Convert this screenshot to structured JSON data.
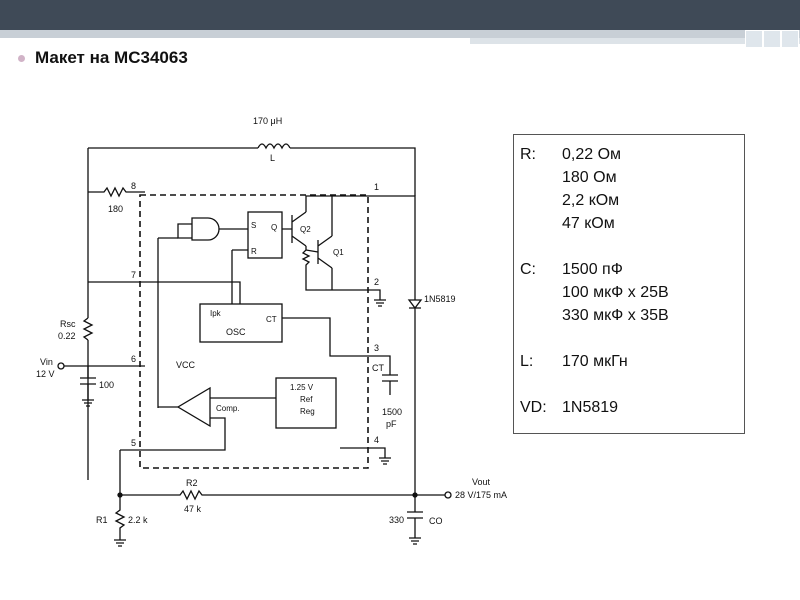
{
  "slide": {
    "title": "Макет на МС34063"
  },
  "schematic": {
    "inductor_value": "170 μH",
    "inductor_name": "L",
    "r_180": "180",
    "rsc_name": "Rsc",
    "rsc_value": "0.22",
    "vin_name": "Vin",
    "vin_value": "12 V",
    "cin_value": "100",
    "ct_name": "CT",
    "ct_value1": "1500",
    "ct_value2": "pF",
    "diode": "1N5819",
    "vout_name": "Vout",
    "vout_value": "28 V/175 mA",
    "r2_name": "R2",
    "r2_value": "47 k",
    "r1_name": "R1",
    "r1_value": "2.2 k",
    "co_value": "330",
    "co_name": "CO",
    "ipk": "Ipk",
    "osc": "OSC",
    "osc_ct": "CT",
    "vcc": "VCC",
    "comp": "Comp.",
    "ref1": "1.25 V",
    "ref2": "Ref",
    "ref3": "Reg",
    "q1": "Q1",
    "q2": "Q2",
    "ff_s": "S",
    "ff_r": "R",
    "ff_q": "Q",
    "pins": [
      "8",
      "1",
      "7",
      "2",
      "6",
      "3",
      "5",
      "4"
    ]
  },
  "parts_list": {
    "r_label": "R:",
    "r_values": [
      "0,22 Ом",
      "180 Ом",
      "2,2 кОм",
      "47 кОм"
    ],
    "c_label": "С:",
    "c_values": [
      "1500 пФ",
      "100 мкФ х 25В",
      "330 мкФ х 35В"
    ],
    "l_label": "L:",
    "l_value": "170 мкГн",
    "vd_label": "VD:",
    "vd_value": "1N5819"
  }
}
